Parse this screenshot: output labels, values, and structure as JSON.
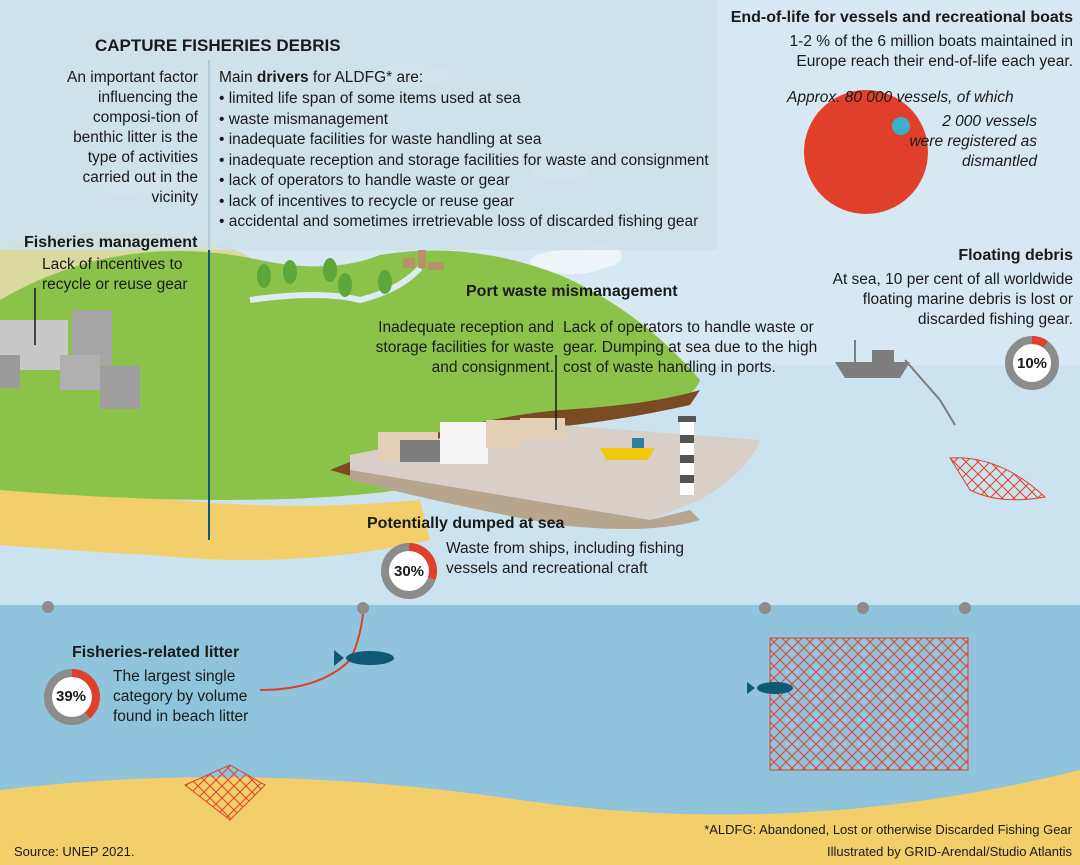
{
  "colors": {
    "red": "#e0402b",
    "teal": "#0e5a73",
    "grey": "#8c8c8c"
  },
  "capture": {
    "title": "CAPTURE FISHERIES DEBRIS",
    "intro": "An important factor influencing the composi-tion of benthic litter is the type of activities carried out in the vicinity",
    "drivers_pre": "Main ",
    "drivers_bold": "drivers",
    "drivers_post": " for ALDFG* are:",
    "items": [
      "• limited life span of some items used at sea",
      "• waste mismanagement",
      "• inadequate facilities for waste handling at sea",
      "• inadequate reception and storage facilities for waste and consignment",
      "• lack of operators to handle waste or gear",
      "• lack of incentives to recycle or reuse gear",
      "• accidental and sometimes irretrievable loss of discarded fishing gear"
    ]
  },
  "eol": {
    "title": "End-of-life for vessels and recreational boats",
    "text": "1-2 % of the 6 million boats maintained in Europe reach their end-of-life each year.",
    "approx": "Approx. 80 000 vessels, of which",
    "dismantled": "2 000 vessels were registered as dismantled"
  },
  "fisheries_mgmt": {
    "title": "Fisheries management",
    "text": "Lack of incentives to recycle or reuse gear"
  },
  "port": {
    "title": "Port waste mismanagement",
    "left": "Inadequate reception and storage facilities for waste and consignment.",
    "right": "Lack of operators to handle waste or gear. Dumping at sea due to the high cost of waste handling in ports."
  },
  "floating": {
    "title": "Floating debris",
    "text": "At sea, 10 per cent of all worldwide floating marine debris is lost or discarded fishing gear.",
    "pct_label": "10%",
    "pct": 10
  },
  "dumped": {
    "title": "Potentially dumped at sea",
    "text": "Waste from ships, including fishing vessels and recreational craft",
    "pct_label": "30%",
    "pct": 30
  },
  "litter": {
    "title": "Fisheries-related litter",
    "text": "The largest single category by volume found in beach litter",
    "pct_label": "39%",
    "pct": 39
  },
  "footer": {
    "source": "Source: UNEP 2021.",
    "aldfg": "*ALDFG: Abandoned, Lost or otherwise Discarded Fishing Gear",
    "credit": "Illustrated by GRID-Arendal/Studio Atlantis"
  }
}
